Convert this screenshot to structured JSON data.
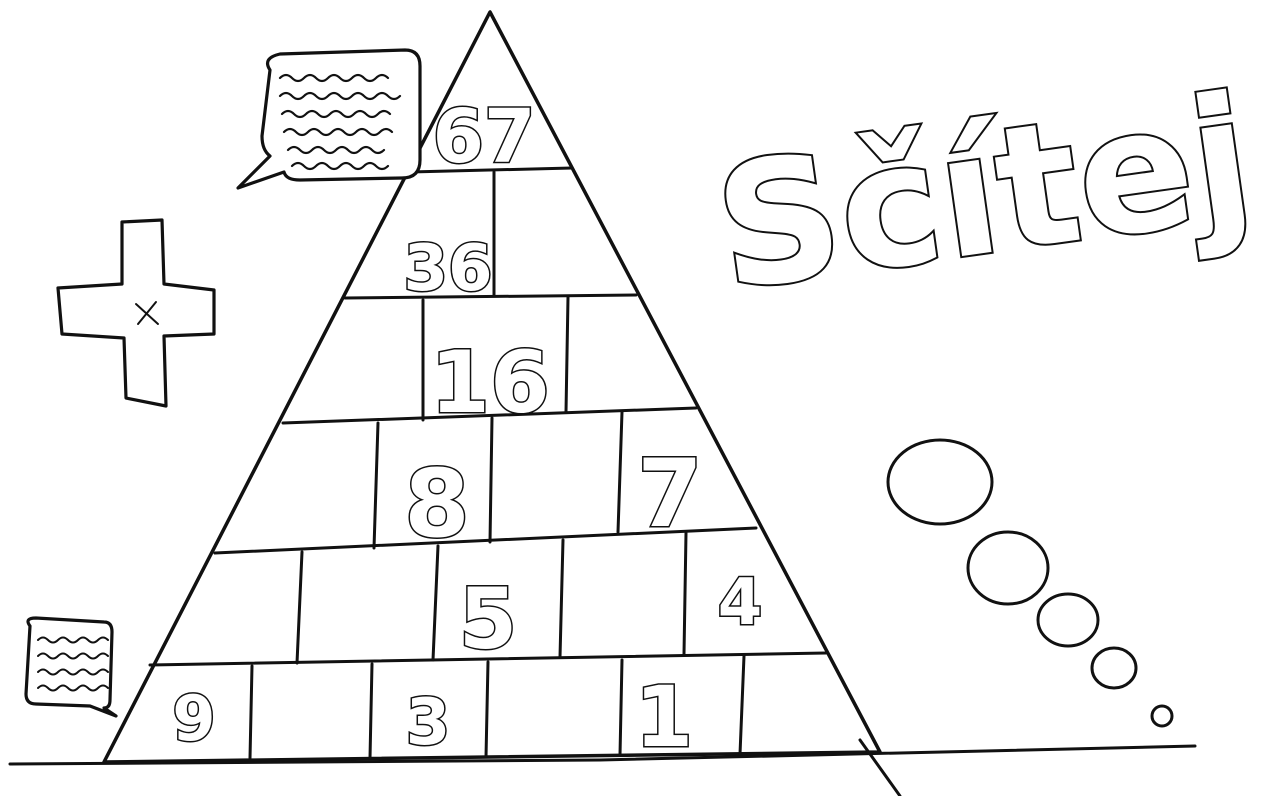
{
  "title": {
    "text": "Sčítej"
  },
  "pyramid": {
    "rows": [
      {
        "cells": [
          "67"
        ]
      },
      {
        "cells": [
          "36",
          ""
        ]
      },
      {
        "cells": [
          "",
          "16",
          ""
        ]
      },
      {
        "cells": [
          "",
          "8",
          "",
          "7"
        ]
      },
      {
        "cells": [
          "",
          "",
          "5",
          "",
          "4"
        ]
      },
      {
        "cells": [
          "9",
          "",
          "3",
          "",
          "1",
          ""
        ]
      }
    ]
  },
  "icons": {
    "plus": "plus-sign-icon",
    "speech_large": "speech-bubble-icon",
    "speech_small": "speech-bubble-icon",
    "thought": "thought-bubbles-icon"
  },
  "colors": {
    "ink": "#111111",
    "paper": "#ffffff"
  }
}
